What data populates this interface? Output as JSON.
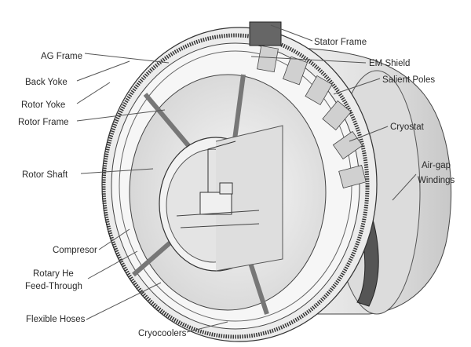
{
  "labels": {
    "stator_frame": "Stator Frame",
    "ag_frame": "AG Frame",
    "em_shield": "EM Shield",
    "back_yoke": "Back Yoke",
    "salient_poles": "Salient Poles",
    "rotor_yoke": "Rotor Yoke",
    "rotor_frame": "Rotor Frame",
    "cryostat": "Cryostat",
    "rotor_shaft": "Rotor Shaft",
    "air_gap_windings_1": "Air-gap",
    "air_gap_windings_2": "Windings",
    "compresor": "Compresor",
    "rotary_he_1": "Rotary He",
    "rotary_he_2": "Feed-Through",
    "flexible_hoses": "Flexible Hoses",
    "cryocoolers": "Cryocoolers"
  }
}
